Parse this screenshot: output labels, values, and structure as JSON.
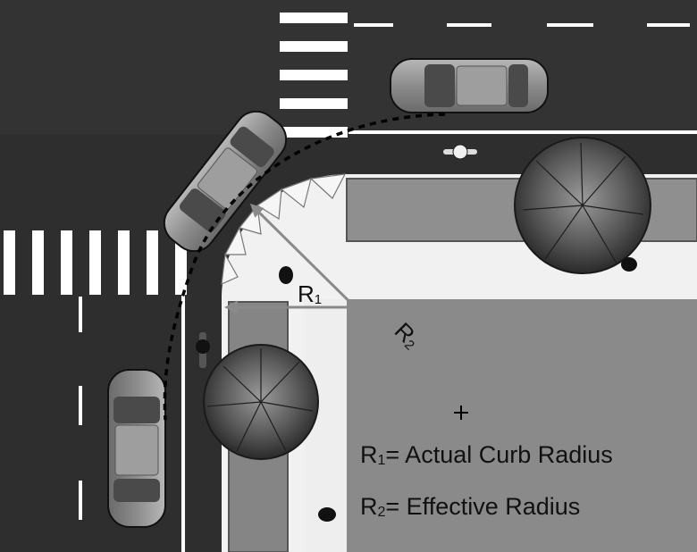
{
  "diagram": {
    "labels": {
      "r1": {
        "letter": "R",
        "sub": "1"
      },
      "r2": {
        "letter": "R",
        "sub": "2"
      }
    },
    "legend": [
      {
        "letter": "R",
        "sub": "1",
        "text": "= Actual Curb Radius"
      },
      {
        "letter": "R",
        "sub": "2",
        "text": "= Effective Radius"
      }
    ],
    "colors": {
      "road": "#2e2e2e",
      "sidewalk": "#f1f1f1",
      "block": "#8a8a8a",
      "marking": "#ffffff",
      "arrow": "#7a7a7a"
    }
  }
}
